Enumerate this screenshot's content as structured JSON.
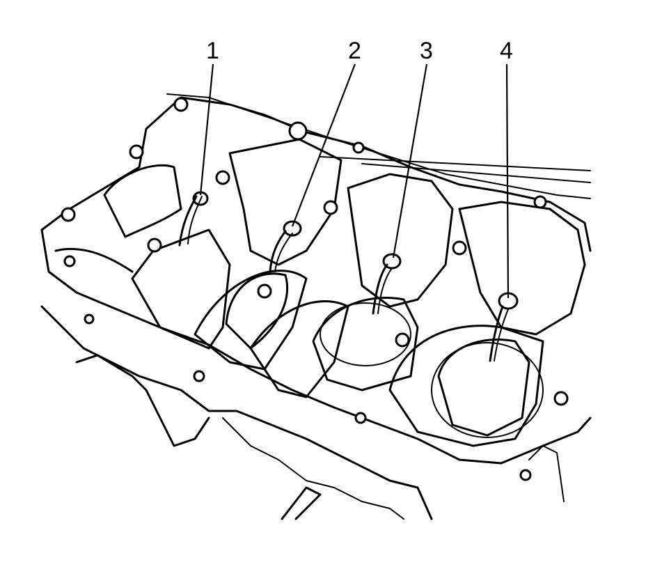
{
  "callouts": [
    {
      "id": 1,
      "label": "1"
    },
    {
      "id": 2,
      "label": "2"
    },
    {
      "id": 3,
      "label": "3"
    },
    {
      "id": 4,
      "label": "4"
    }
  ],
  "colors": {
    "ink": "#000000",
    "background": "#ffffff"
  }
}
